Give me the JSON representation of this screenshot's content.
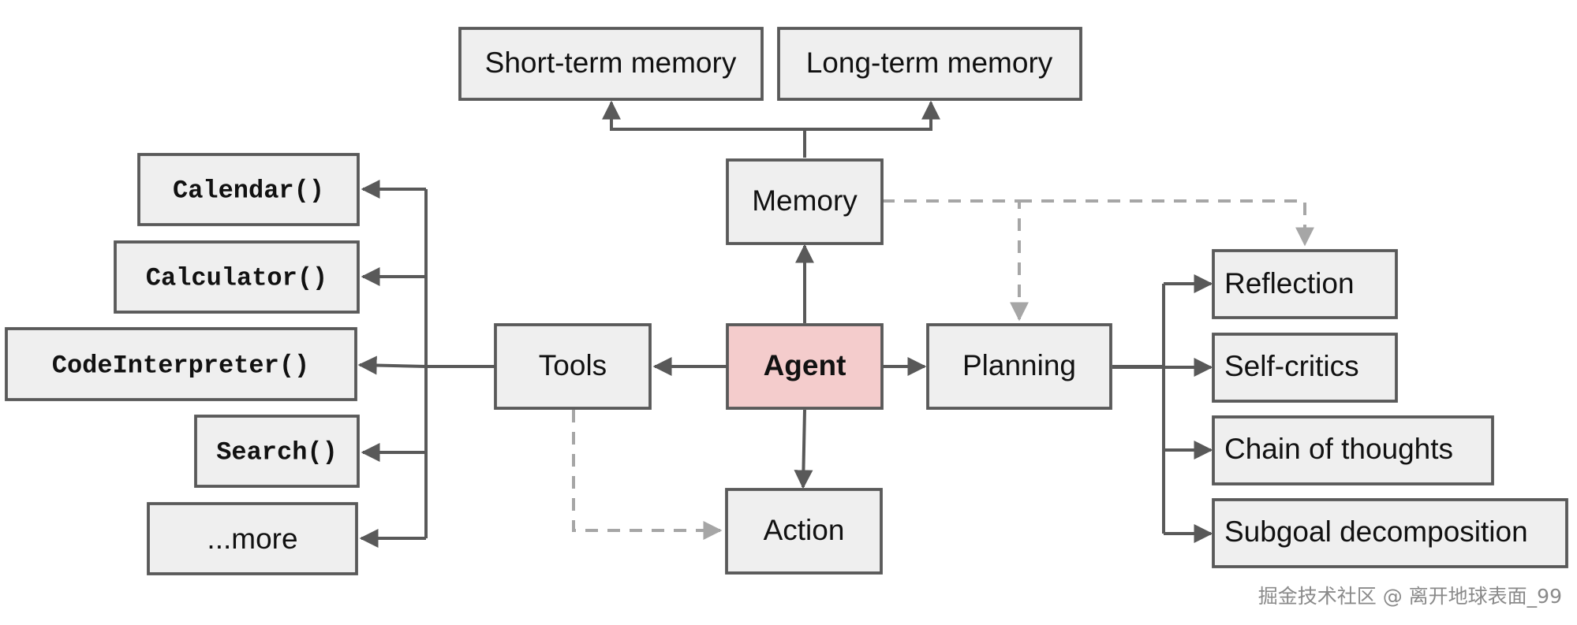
{
  "colors": {
    "node_fill": "#efefef",
    "node_border": "#595959",
    "agent_fill": "#f4cccc",
    "edge": "#595959",
    "dashed_edge": "#a6a6a6"
  },
  "nodes": {
    "short_term_memory": "Short-term memory",
    "long_term_memory": "Long-term memory",
    "memory": "Memory",
    "agent": "Agent",
    "tools": "Tools",
    "planning": "Planning",
    "action": "Action",
    "calendar": "Calendar()",
    "calculator": "Calculator()",
    "code_interpreter": "CodeInterpreter()",
    "search": "Search()",
    "more": "...more",
    "reflection": "Reflection",
    "self_critics": "Self-critics",
    "chain_of_thoughts": "Chain of thoughts",
    "subgoal_decomposition": "Subgoal decomposition"
  },
  "watermark": "掘金技术社区 @ 离开地球表面_99"
}
